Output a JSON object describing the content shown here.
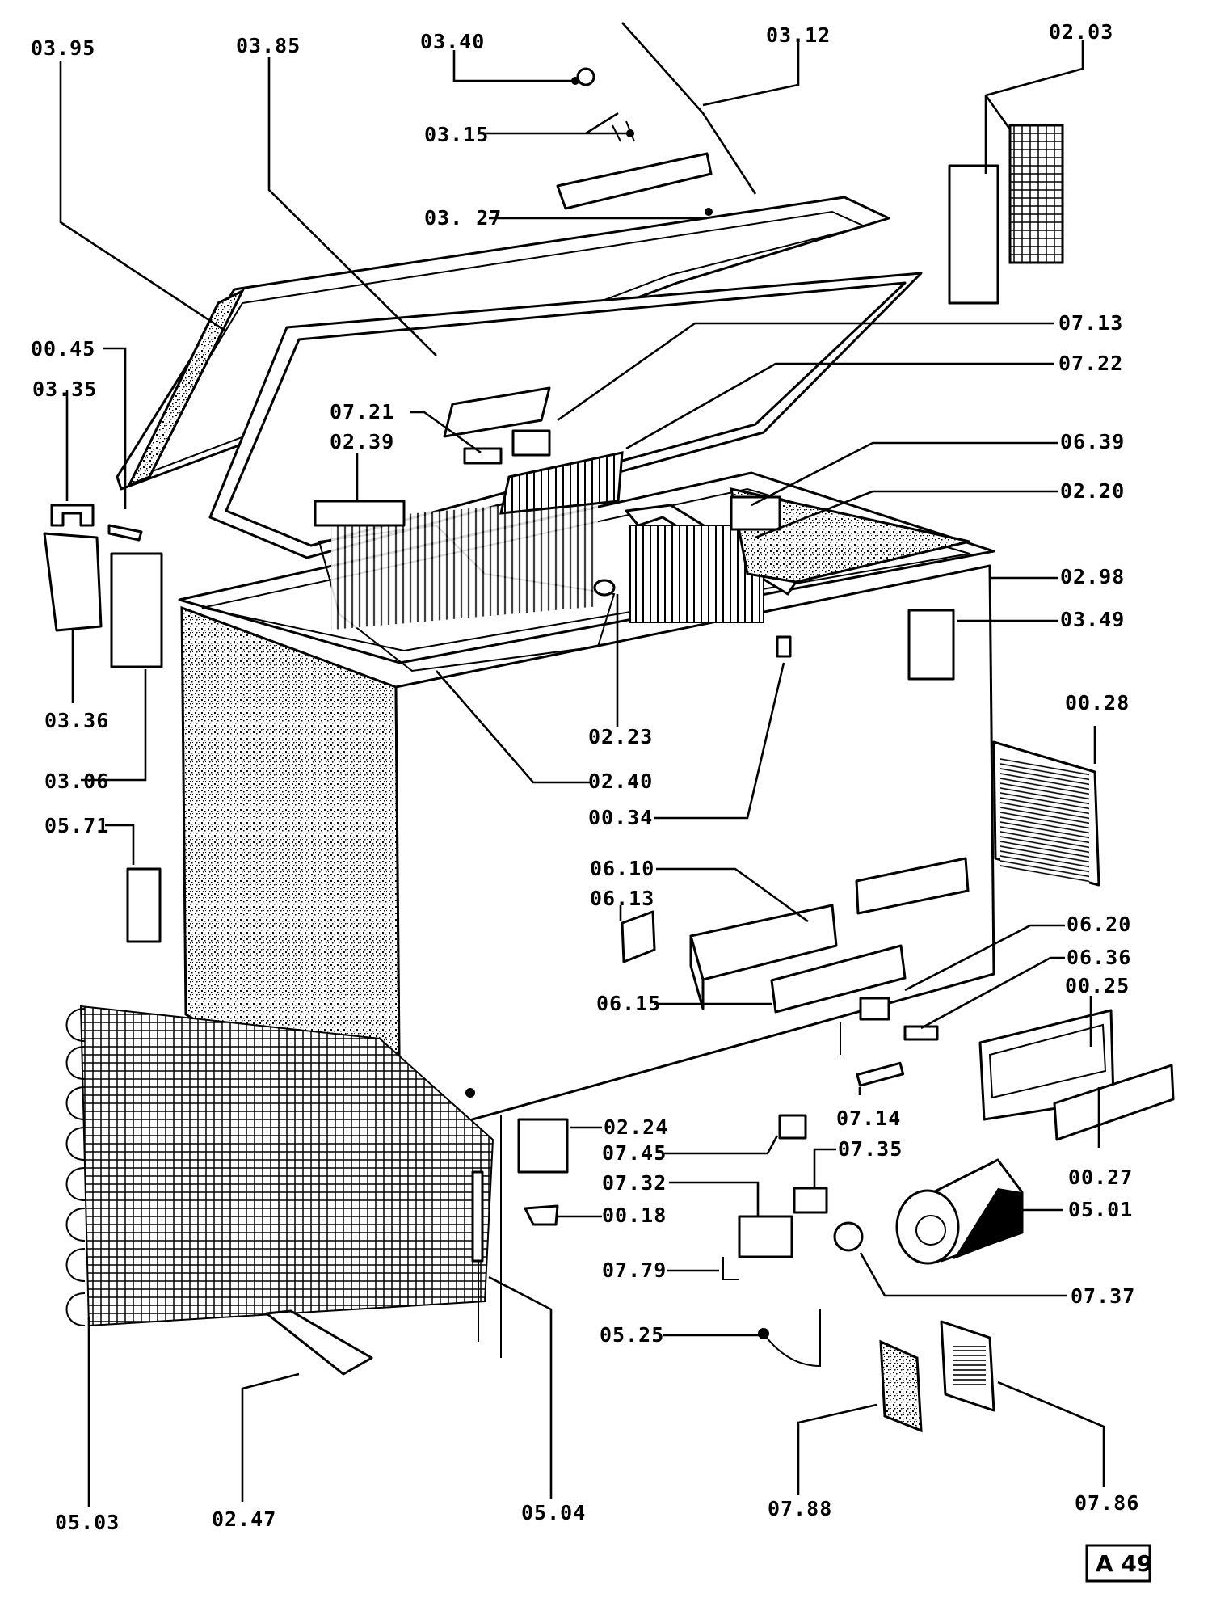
{
  "diagram": {
    "title": "Chest freezer exploded parts view",
    "reference_code": "A 49",
    "labels": {
      "p0395": "03.95",
      "p0385": "03.85",
      "p0340": "03.40",
      "p0315": "03.15",
      "p0327": "03. 27",
      "p0312": "03.12",
      "p0203": "02.03",
      "p0713": "07.13",
      "p0722": "07.22",
      "p0045": "00.45",
      "p0335": "03.35",
      "p0721": "07.21",
      "p0239": "02.39",
      "p0639": "06.39",
      "p0220": "02.20",
      "p0298": "02.98",
      "p0349": "03.49",
      "p0336": "03.36",
      "p0306": "03.06",
      "p0223": "02.23",
      "p0240": "02.40",
      "p0034": "00.34",
      "p0028": "00.28",
      "p0571": "05.71",
      "p0610": "06.10",
      "p0613": "06.13",
      "p0620": "06.20",
      "p0636": "06.36",
      "p0615": "06.15",
      "p0025": "00.25",
      "p0714": "07.14",
      "p0224": "02.24",
      "p0745": "07.45",
      "p0735": "07.35",
      "p0732": "07.32",
      "p0018": "00.18",
      "p0027": "00.27",
      "p0501": "05.01",
      "p0779": "07.79",
      "p0737": "07.37",
      "p0525": "05.25",
      "p0503": "05.03",
      "p0247": "02.47",
      "p0504": "05.04",
      "p0788": "07.88",
      "p0786": "07.86"
    }
  }
}
